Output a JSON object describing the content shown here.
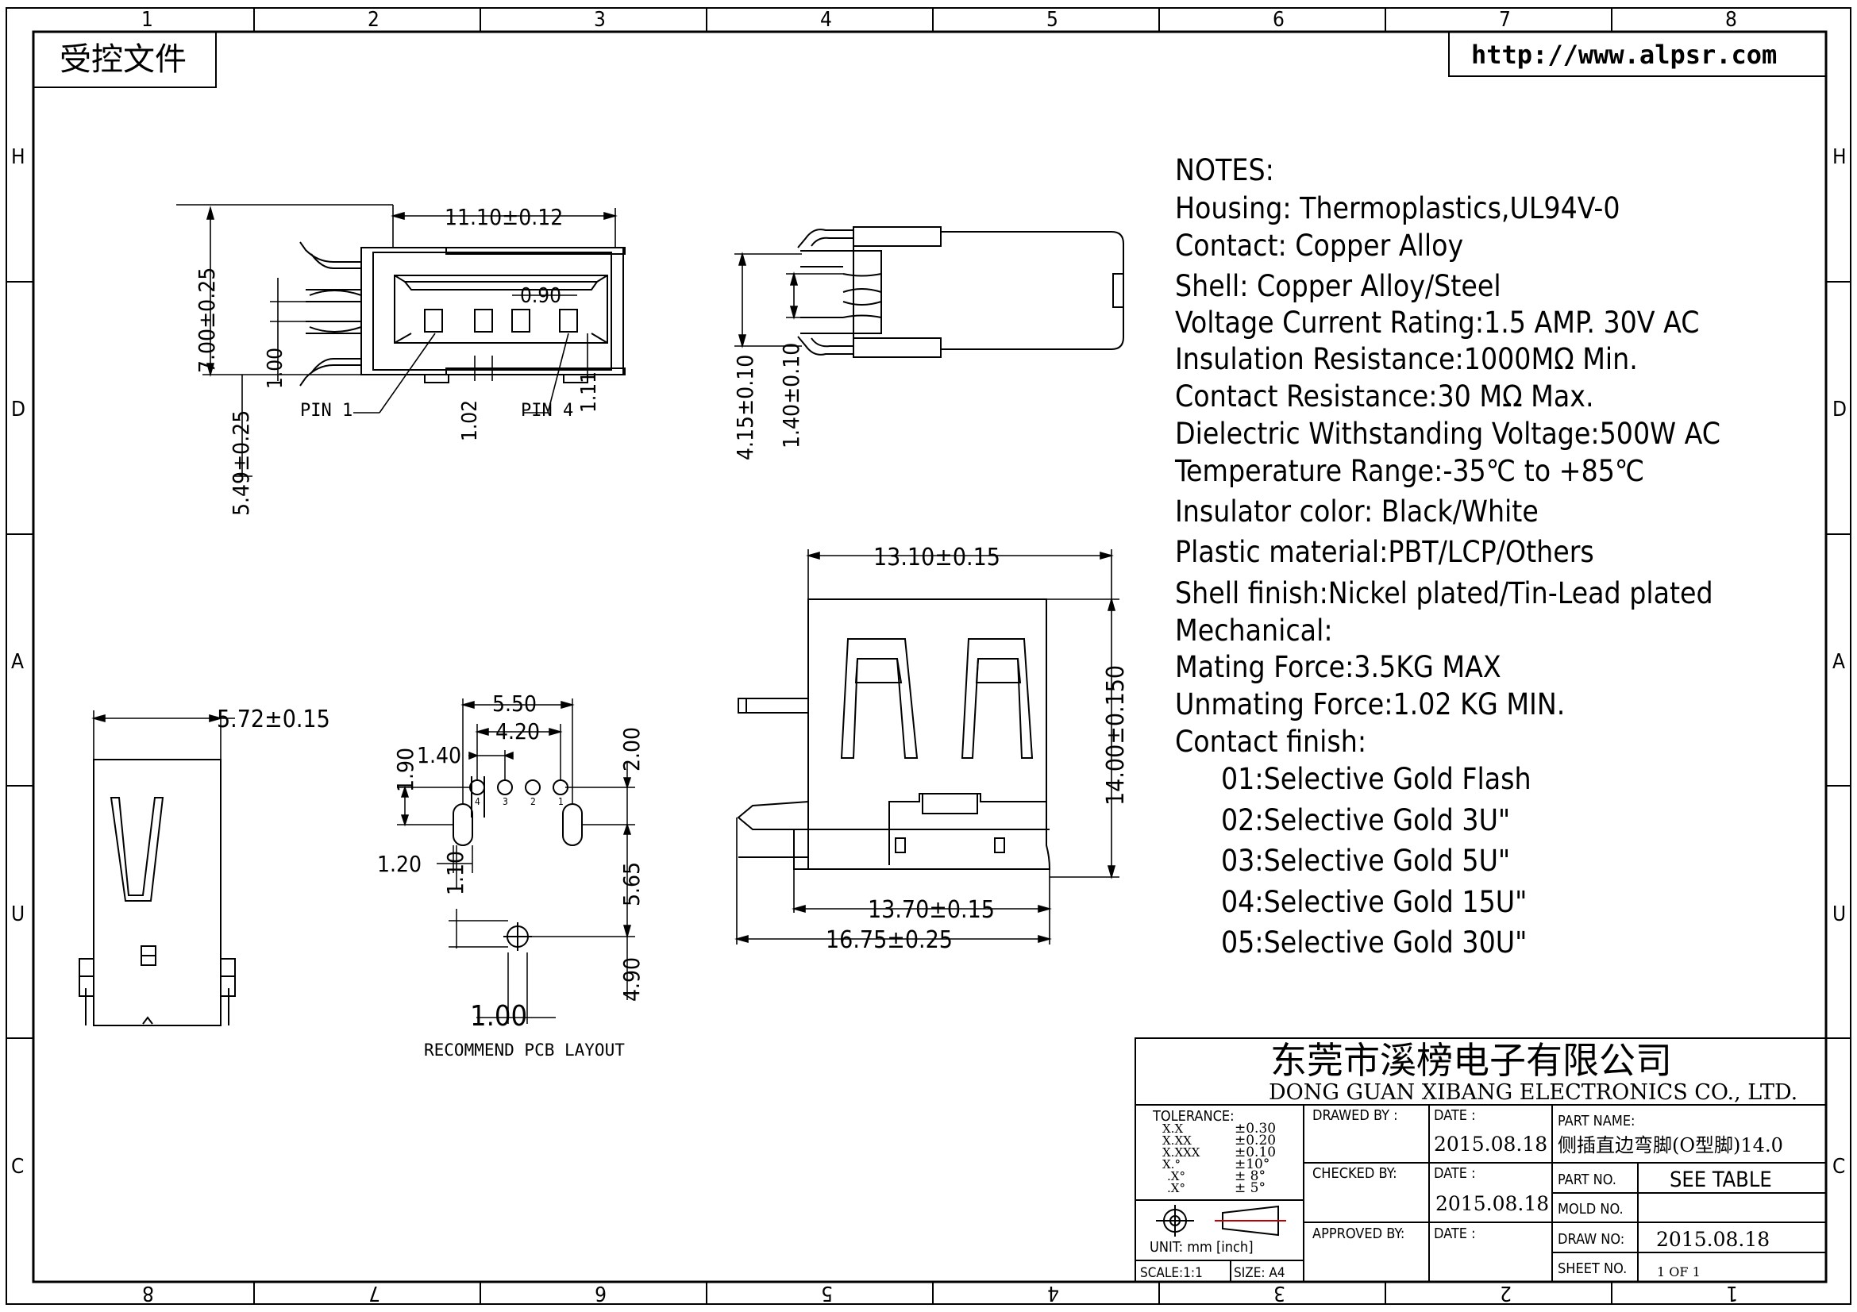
{
  "frame": {
    "cols_top": [
      "1",
      "2",
      "3",
      "4",
      "5",
      "6",
      "7",
      "8"
    ],
    "cols_bottom": [
      "8",
      "7",
      "6",
      "5",
      "4",
      "3",
      "2",
      "1"
    ],
    "rows_left": [
      "H",
      "D",
      "A",
      "U",
      "C"
    ],
    "rows_right": [
      "H",
      "D",
      "A",
      "U",
      "C"
    ],
    "stamp": "受控文件",
    "url": "http://www.alpsr.com"
  },
  "notes": {
    "heading": "NOTES:",
    "lines": [
      "Housing:  Thermoplastics,UL94V-0",
      "Contact:  Copper Alloy",
      "Shell:  Copper Alloy/Steel",
      "Voltage Current Rating:1.5 AMP. 30V AC",
      "Insulation Resistance:1000MΩ Min.",
      "Contact Resistance:30 MΩ Max.",
      "Dielectric Withstanding Voltage:500W AC",
      "Temperature Range:-35℃ to +85℃",
      "Insulator color: Black/White",
      "Plastic material:PBT/LCP/Others",
      "Shell finish:Nickel plated/Tin-Lead plated",
      "Mechanical:",
      "Mating Force:3.5KG MAX",
      "Unmating Force:1.02 KG MIN.",
      "Contact finish:"
    ],
    "finishes": [
      "01:Selective Gold Flash",
      "02:Selective Gold 3U\"",
      "03:Selective Gold 5U\"",
      "04:Selective Gold 15U\"",
      "05:Selective Gold 30U\""
    ]
  },
  "dims": {
    "front_width": "11.10±0.12",
    "front_height": "7.00±0.25",
    "front_pitch": "1.00",
    "front_offset": "5.49±0.25",
    "front_pin_gap": "0.90",
    "front_pin_w": "1.02",
    "front_pin4_w": "1.11",
    "pin1": "PIN 1",
    "pin4": "PIN 4",
    "side_h1": "4.15±0.10",
    "side_h2": "1.40±0.10",
    "top_width": "13.10±0.15",
    "top_height": "14.00±0.150",
    "top_body": "13.70±0.15",
    "top_total": "16.75±0.25",
    "end_width": "5.72±0.15",
    "pcb_w1": "5.50",
    "pcb_w2": "4.20",
    "pcb_pitch": "1.40",
    "pcb_h1": "1.90",
    "pcb_slot_w": "1.20",
    "pcb_slot_h": "1.10",
    "pcb_h2": "2.00",
    "pcb_h3": "5.65",
    "pcb_h4": "4.90",
    "pcb_hole": "1.00",
    "pcb_pins": [
      "4",
      "3",
      "2",
      "1"
    ],
    "pcb_title": "RECOMMEND PCB LAYOUT"
  },
  "titleblock": {
    "company_cn": "东莞市溪榜电子有限公司",
    "company_en": "DONG GUAN XIBANG ELECTRONICS CO., LTD.",
    "tolerance_label": "TOLERANCE:",
    "tol_keys": [
      "X.X",
      "X.XX",
      "X.XXX",
      "X.°",
      ".X°",
      ".X°"
    ],
    "tol_vals": [
      "±0.30",
      "±0.20",
      "±0.10",
      "±10°",
      "± 8°",
      "± 5°"
    ],
    "unit": "UNIT:  mm  [inch]",
    "scale": "SCALE:1:1",
    "size": "SIZE:  A4",
    "drawn_by": "DRAWED BY :",
    "checked_by": "CHECKED BY:",
    "approved_by": "APPROVED BY:",
    "date_label": "DATE :",
    "date1": "2015.08.18",
    "date2": "2015.08.18",
    "part_name_label": "PART NAME:",
    "part_name": "侧插直边弯脚(O型脚)14.0",
    "part_no_label": "PART NO.",
    "part_no": "SEE TABLE",
    "mold_no_label": "MOLD NO.",
    "draw_no_label": "DRAW NO:",
    "draw_no": "2015.08.18",
    "sheet_no_label": "SHEET NO.",
    "sheet_no": "1 OF 1"
  }
}
